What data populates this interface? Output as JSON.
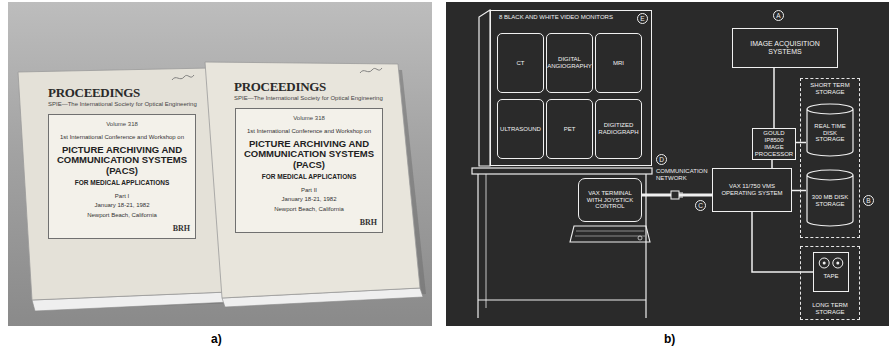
{
  "diagram": {
    "nodes": [
      {
        "text": [
          "PROCEEDINGS",
          "SPIE—The International Society for Optical Engineering"
        ]
      },
      {
        "text": [
          "Volume 318",
          "1st International Conference and Workshop on",
          "PICTURE ARCHIVING AND COMMUNICATION SYSTEMS (PACS)",
          "FOR MEDICAL APPLICATIONS",
          "Part I",
          "January 18-21, 1982",
          "Newport Beach, California",
          "BRH"
        ],
        "in": 0
      },
      {
        "text": [
          "PROCEEDINGS",
          "SPIE—The International Society for Optical Engineering"
        ]
      },
      {
        "text": [
          "Volume 318",
          "1st International Conference and Workshop on",
          "PICTURE ARCHIVING AND COMMUNICATION SYSTEMS (PACS)",
          "FOR MEDICAL APPLICATIONS",
          "Part II",
          "January 18-21, 1982",
          "Newport Beach, California",
          "BRH"
        ],
        "in": 2
      },
      {
        "text": [
          "8 BLACK AND WHITE VIDEO MONITORS"
        ]
      },
      {
        "text": [
          "CT"
        ],
        "in": 4
      },
      {
        "text": [
          "DIGITAL ANGIOGRAPHY"
        ],
        "in": 4
      },
      {
        "text": [
          "MRI"
        ],
        "in": 4
      },
      {
        "text": [
          "ULTRASOUND"
        ],
        "in": 4
      },
      {
        "text": [
          "PET"
        ],
        "in": 4
      },
      {
        "text": [
          "DIGITIZED RADIOGRAPH"
        ],
        "in": 4
      },
      {
        "text": [
          "VAX TERMINAL WITH JOYSTICK CONTROL"
        ]
      },
      {
        "text": [
          "IMAGE ACQUISITION SYSTEMS"
        ]
      },
      {
        "text": [
          "GOULD IP8500 IMAGE PROCESSOR"
        ]
      },
      {
        "text": [
          "VAX 11/750 VMS OPERATING SYSTEM"
        ]
      },
      {
        "text": [
          "SHORT TERM STORAGE"
        ]
      },
      {
        "text": [
          "REAL TIME DISK STORAGE"
        ],
        "in": 15
      },
      {
        "text": [
          "300 MB DISK STORAGE"
        ],
        "in": 15
      },
      {
        "text": [
          "LONG TERM STORAGE"
        ]
      },
      {
        "text": [
          "TAPE"
        ],
        "in": 18
      }
    ],
    "edges": [
      {
        "from": 12,
        "to": 13,
        "arrow": "none"
      },
      {
        "from": 13,
        "to": 16,
        "arrow": "none"
      },
      {
        "from": 13,
        "to": 14,
        "arrow": "none"
      },
      {
        "from": 14,
        "to": 17,
        "arrow": "none"
      },
      {
        "from": 14,
        "to": 19,
        "arrow": "none"
      },
      {
        "from": 11,
        "to": 14,
        "arrow": "none"
      }
    ],
    "labels": [
      "a)",
      "b)",
      "A",
      "B",
      "C",
      "D",
      "E",
      "COMMUNICATION NETWORK"
    ]
  }
}
